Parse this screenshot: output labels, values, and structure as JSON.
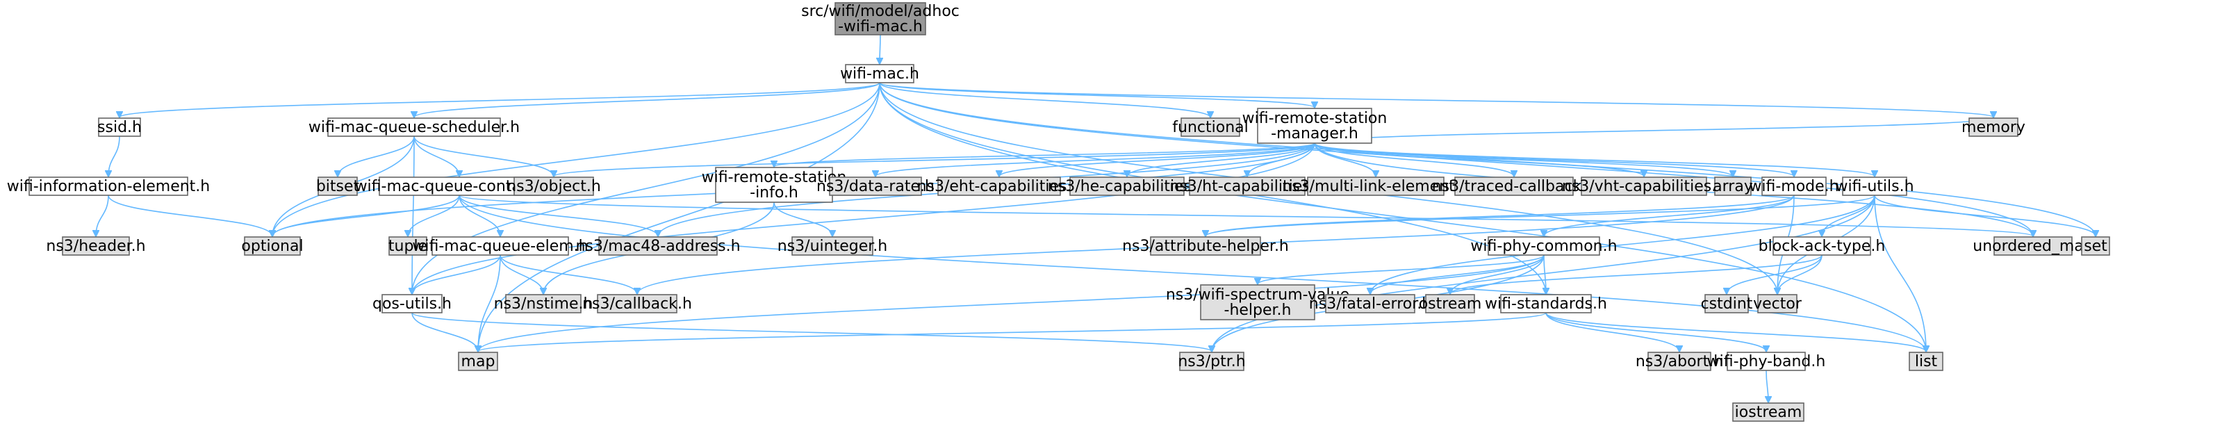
{
  "styles": {
    "root": {
      "fill": "#999999"
    },
    "local": {
      "fill": "#ffffff"
    },
    "system": {
      "fill": "#e0e0e0"
    },
    "edge": "#63b8ff"
  },
  "nodes": [
    {
      "id": "root",
      "label": [
        "src/wifi/model/adhoc",
        "-wifi-mac.h"
      ],
      "kind": "root"
    },
    {
      "id": "wifimac",
      "label": [
        "wifi-mac.h"
      ],
      "kind": "local"
    },
    {
      "id": "ssid",
      "label": [
        "ssid.h"
      ],
      "kind": "local"
    },
    {
      "id": "wmqs",
      "label": [
        "wifi-mac-queue-scheduler.h"
      ],
      "kind": "local"
    },
    {
      "id": "functional",
      "label": [
        "functional"
      ],
      "kind": "system"
    },
    {
      "id": "wrsm",
      "label": [
        "wifi-remote-station",
        "-manager.h"
      ],
      "kind": "local"
    },
    {
      "id": "memory",
      "label": [
        "memory"
      ],
      "kind": "system"
    },
    {
      "id": "wie",
      "label": [
        "wifi-information-element.h"
      ],
      "kind": "local"
    },
    {
      "id": "bitset",
      "label": [
        "bitset"
      ],
      "kind": "system"
    },
    {
      "id": "wmqc",
      "label": [
        "wifi-mac-queue-container.h"
      ],
      "kind": "local"
    },
    {
      "id": "object",
      "label": [
        "ns3/object.h"
      ],
      "kind": "system"
    },
    {
      "id": "wrsi",
      "label": [
        "wifi-remote-station",
        "-info.h"
      ],
      "kind": "local"
    },
    {
      "id": "datarate",
      "label": [
        "ns3/data-rate.h"
      ],
      "kind": "system"
    },
    {
      "id": "eht",
      "label": [
        "ns3/eht-capabilities.h"
      ],
      "kind": "system"
    },
    {
      "id": "he",
      "label": [
        "ns3/he-capabilities.h"
      ],
      "kind": "system"
    },
    {
      "id": "ht",
      "label": [
        "ns3/ht-capabilities.h"
      ],
      "kind": "system"
    },
    {
      "id": "mle",
      "label": [
        "ns3/multi-link-element.h"
      ],
      "kind": "system"
    },
    {
      "id": "traced",
      "label": [
        "ns3/traced-callback.h"
      ],
      "kind": "system"
    },
    {
      "id": "vht",
      "label": [
        "ns3/vht-capabilities.h"
      ],
      "kind": "system"
    },
    {
      "id": "array",
      "label": [
        "array"
      ],
      "kind": "system"
    },
    {
      "id": "wmode",
      "label": [
        "wifi-mode.h"
      ],
      "kind": "local"
    },
    {
      "id": "wutils",
      "label": [
        "wifi-utils.h"
      ],
      "kind": "local"
    },
    {
      "id": "header",
      "label": [
        "ns3/header.h"
      ],
      "kind": "system"
    },
    {
      "id": "optional",
      "label": [
        "optional"
      ],
      "kind": "system"
    },
    {
      "id": "tuple",
      "label": [
        "tuple"
      ],
      "kind": "system"
    },
    {
      "id": "wmqe",
      "label": [
        "wifi-mac-queue-elem.h"
      ],
      "kind": "local"
    },
    {
      "id": "mac48",
      "label": [
        "ns3/mac48-address.h"
      ],
      "kind": "system"
    },
    {
      "id": "uinteger",
      "label": [
        "ns3/uinteger.h"
      ],
      "kind": "system"
    },
    {
      "id": "attr",
      "label": [
        "ns3/attribute-helper.h"
      ],
      "kind": "system"
    },
    {
      "id": "wpc",
      "label": [
        "wifi-phy-common.h"
      ],
      "kind": "local"
    },
    {
      "id": "bat",
      "label": [
        "block-ack-type.h"
      ],
      "kind": "local"
    },
    {
      "id": "umap",
      "label": [
        "unordered_map"
      ],
      "kind": "system"
    },
    {
      "id": "set",
      "label": [
        "set"
      ],
      "kind": "system"
    },
    {
      "id": "qos",
      "label": [
        "qos-utils.h"
      ],
      "kind": "local"
    },
    {
      "id": "nstime",
      "label": [
        "ns3/nstime.h"
      ],
      "kind": "system"
    },
    {
      "id": "callback",
      "label": [
        "ns3/callback.h"
      ],
      "kind": "system"
    },
    {
      "id": "wsvh",
      "label": [
        "ns3/wifi-spectrum-value",
        "-helper.h"
      ],
      "kind": "system"
    },
    {
      "id": "fatal",
      "label": [
        "ns3/fatal-error.h"
      ],
      "kind": "system"
    },
    {
      "id": "ostream",
      "label": [
        "ostream"
      ],
      "kind": "system"
    },
    {
      "id": "wstd",
      "label": [
        "wifi-standards.h"
      ],
      "kind": "local"
    },
    {
      "id": "cstdint",
      "label": [
        "cstdint"
      ],
      "kind": "system"
    },
    {
      "id": "vector",
      "label": [
        "vector"
      ],
      "kind": "system"
    },
    {
      "id": "map",
      "label": [
        "map"
      ],
      "kind": "system"
    },
    {
      "id": "ptr",
      "label": [
        "ns3/ptr.h"
      ],
      "kind": "system"
    },
    {
      "id": "abort",
      "label": [
        "ns3/abort.h"
      ],
      "kind": "system"
    },
    {
      "id": "wpb",
      "label": [
        "wifi-phy-band.h"
      ],
      "kind": "local"
    },
    {
      "id": "list",
      "label": [
        "list"
      ],
      "kind": "system"
    },
    {
      "id": "iostream",
      "label": [
        "iostream"
      ],
      "kind": "system"
    }
  ],
  "edges": [
    [
      "root",
      "wifimac"
    ],
    [
      "wifimac",
      "ssid"
    ],
    [
      "wifimac",
      "wmqs"
    ],
    [
      "wifimac",
      "functional"
    ],
    [
      "wifimac",
      "wrsm"
    ],
    [
      "wifimac",
      "memory"
    ],
    [
      "wifimac",
      "optional"
    ],
    [
      "wifimac",
      "qos"
    ],
    [
      "wifimac",
      "map"
    ],
    [
      "wifimac",
      "umap"
    ],
    [
      "wifimac",
      "set"
    ],
    [
      "wifimac",
      "vector"
    ],
    [
      "wifimac",
      "list"
    ],
    [
      "wifimac",
      "wstd"
    ],
    [
      "ssid",
      "wie"
    ],
    [
      "wie",
      "header"
    ],
    [
      "wie",
      "optional"
    ],
    [
      "wmqs",
      "bitset"
    ],
    [
      "wmqs",
      "wmqc"
    ],
    [
      "wmqs",
      "object"
    ],
    [
      "wmqs",
      "optional"
    ],
    [
      "wmqs",
      "qos"
    ],
    [
      "wmqc",
      "optional"
    ],
    [
      "wmqc",
      "tuple"
    ],
    [
      "wmqc",
      "wmqe"
    ],
    [
      "wmqc",
      "mac48"
    ],
    [
      "wmqc",
      "umap"
    ],
    [
      "wmqc",
      "list"
    ],
    [
      "wmqe",
      "qos"
    ],
    [
      "wmqe",
      "nstime"
    ],
    [
      "wmqe",
      "callback"
    ],
    [
      "wmqe",
      "map"
    ],
    [
      "qos",
      "map"
    ],
    [
      "qos",
      "ptr"
    ],
    [
      "wrsm",
      "object"
    ],
    [
      "wrsm",
      "wrsi"
    ],
    [
      "wrsm",
      "datarate"
    ],
    [
      "wrsm",
      "eht"
    ],
    [
      "wrsm",
      "he"
    ],
    [
      "wrsm",
      "ht"
    ],
    [
      "wrsm",
      "mle"
    ],
    [
      "wrsm",
      "traced"
    ],
    [
      "wrsm",
      "vht"
    ],
    [
      "wrsm",
      "array"
    ],
    [
      "wrsm",
      "wmode"
    ],
    [
      "wrsm",
      "wutils"
    ],
    [
      "wrsm",
      "memory"
    ],
    [
      "wrsm",
      "umap"
    ],
    [
      "wrsm",
      "optional"
    ],
    [
      "wrsm",
      "mac48"
    ],
    [
      "wrsm",
      "qos"
    ],
    [
      "wrsi",
      "uinteger"
    ],
    [
      "wrsi",
      "nstime"
    ],
    [
      "wmode",
      "attr"
    ],
    [
      "wmode",
      "wpc"
    ],
    [
      "wmode",
      "vector"
    ],
    [
      "wmode",
      "callback"
    ],
    [
      "wutils",
      "set"
    ],
    [
      "wutils",
      "bat"
    ],
    [
      "wutils",
      "fatal"
    ],
    [
      "wutils",
      "list"
    ],
    [
      "wutils",
      "ptr"
    ],
    [
      "wutils",
      "vector"
    ],
    [
      "wutils",
      "attr"
    ],
    [
      "wpc",
      "fatal"
    ],
    [
      "wpc",
      "ostream"
    ],
    [
      "wpc",
      "wstd"
    ],
    [
      "wpc",
      "wsvh"
    ],
    [
      "wpc",
      "ptr"
    ],
    [
      "wpc",
      "map"
    ],
    [
      "bat",
      "ostream"
    ],
    [
      "bat",
      "cstdint"
    ],
    [
      "bat",
      "vector"
    ],
    [
      "wstd",
      "abort"
    ],
    [
      "wstd",
      "wpb"
    ],
    [
      "wstd",
      "list"
    ],
    [
      "wstd",
      "map"
    ],
    [
      "wpb",
      "iostream"
    ]
  ]
}
